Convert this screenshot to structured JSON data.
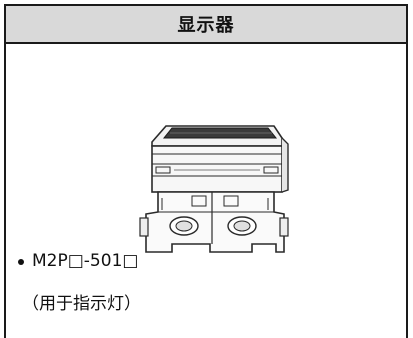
{
  "header": {
    "title": "显示器"
  },
  "figure": {
    "icon": "indicator-module-illustration-icon"
  },
  "item": {
    "model": "M2P□-501□",
    "note": "（用于指示灯）"
  }
}
